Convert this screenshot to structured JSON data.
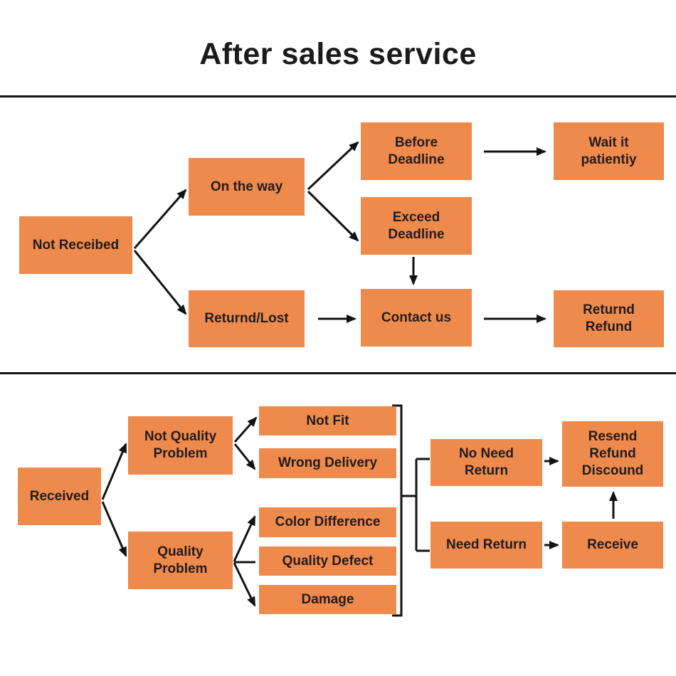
{
  "title": "After sales service",
  "colors": {
    "box": "#ee8a4c",
    "text": "#221c1d",
    "line": "#131313",
    "ink": "#1b1b1b"
  },
  "sections": {
    "top": {
      "nodes": {
        "not_received": "Not Receibed",
        "on_the_way": "On the way",
        "before_deadline": "Before\nDeadline",
        "wait_patiently": "Wait it\npatientiy",
        "exceed_deadline": "Exceed\nDeadline",
        "returned_lost": "Returnd/Lost",
        "contact_us": "Contact us",
        "returned_refund": "Returnd\nRefund"
      }
    },
    "bottom": {
      "nodes": {
        "received": "Received",
        "not_quality_problem": "Not Quality\nProblem",
        "quality_problem": "Quality\nProblem",
        "not_fit": "Not Fit",
        "wrong_delivery": "Wrong Delivery",
        "color_difference": "Color Difference",
        "quality_defect": "Quality Defect",
        "damage": "Damage",
        "no_need_return": "No Need\nReturn",
        "need_return": "Need Return",
        "resend_refund_discound": "Resend\nRefund\nDiscound",
        "receive": "Receive"
      }
    }
  }
}
